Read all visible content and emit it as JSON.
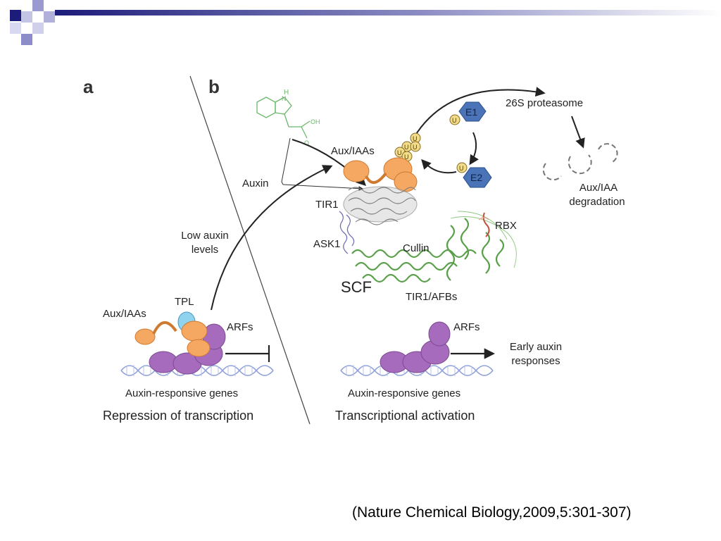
{
  "panels": {
    "a": "a",
    "b": "b"
  },
  "labels": {
    "p26s": "26S proteasome",
    "e1": "E1",
    "e2": "E2",
    "u": "U",
    "aux_iaas_top": "Aux/IAAs",
    "auxin": "Auxin",
    "tir1": "TIR1",
    "ask1": "ASK1",
    "cullin": "Cullin",
    "rbx": "RBX",
    "scf": "SCF",
    "tir1_afbs": "TIR1/AFBs",
    "aux_iaa_degradation_1": "Aux/IAA",
    "aux_iaa_degradation_2": "degradation",
    "low_auxin_1": "Low auxin",
    "low_auxin_2": "levels",
    "tpl": "TPL",
    "aux_iaas_left": "Aux/IAAs",
    "arfs_left": "ARFs",
    "arfs_right": "ARFs",
    "early_auxin_1": "Early auxin",
    "early_auxin_2": "responses",
    "genes_left": "Auxin-responsive genes",
    "genes_right": "Auxin-responsive genes",
    "chem_oh": "OH",
    "chem_o": "O",
    "chem_h": "H",
    "chem_n": "N"
  },
  "captions": {
    "left": "Repression of transcription",
    "right": "Transcriptional activation"
  },
  "citation": "(Nature Chemical Biology,2009,5:301-307)",
  "colors": {
    "header_navy": "#1c1c7a",
    "aux_iaa_orange": "#f4a862",
    "arf_purple": "#a76bbd",
    "tpl_blue": "#8fd3ee",
    "enzyme_blue": "#4a73b8",
    "ubiquitin_yellow": "#f0dc8a",
    "cullin_green": "#5aa04a",
    "auxin_green": "#6ab86a"
  }
}
